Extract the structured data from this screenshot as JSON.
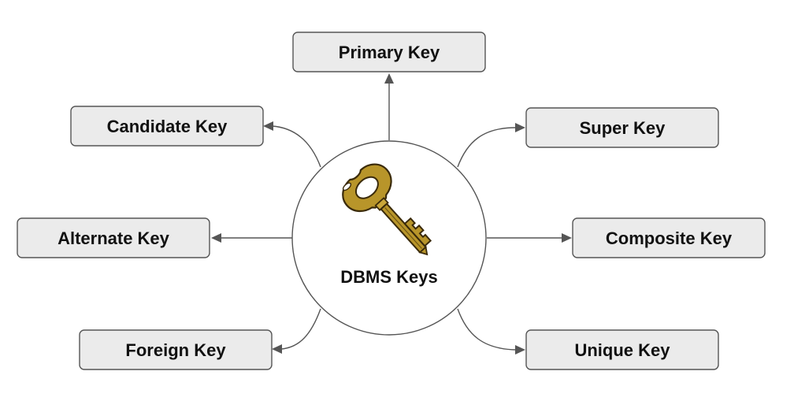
{
  "center": {
    "label": "DBMS Keys",
    "icon": "key-icon"
  },
  "nodes": [
    {
      "id": "primary",
      "label": "Primary Key"
    },
    {
      "id": "candidate",
      "label": "Candidate Key"
    },
    {
      "id": "super",
      "label": "Super Key"
    },
    {
      "id": "alternate",
      "label": "Alternate Key"
    },
    {
      "id": "composite",
      "label": "Composite Key"
    },
    {
      "id": "foreign",
      "label": "Foreign Key"
    },
    {
      "id": "unique",
      "label": "Unique Key"
    }
  ],
  "colors": {
    "box_fill": "#ebebeb",
    "stroke": "#555555",
    "key_gold": "#b8952a",
    "key_outline": "#3a2a0a"
  }
}
